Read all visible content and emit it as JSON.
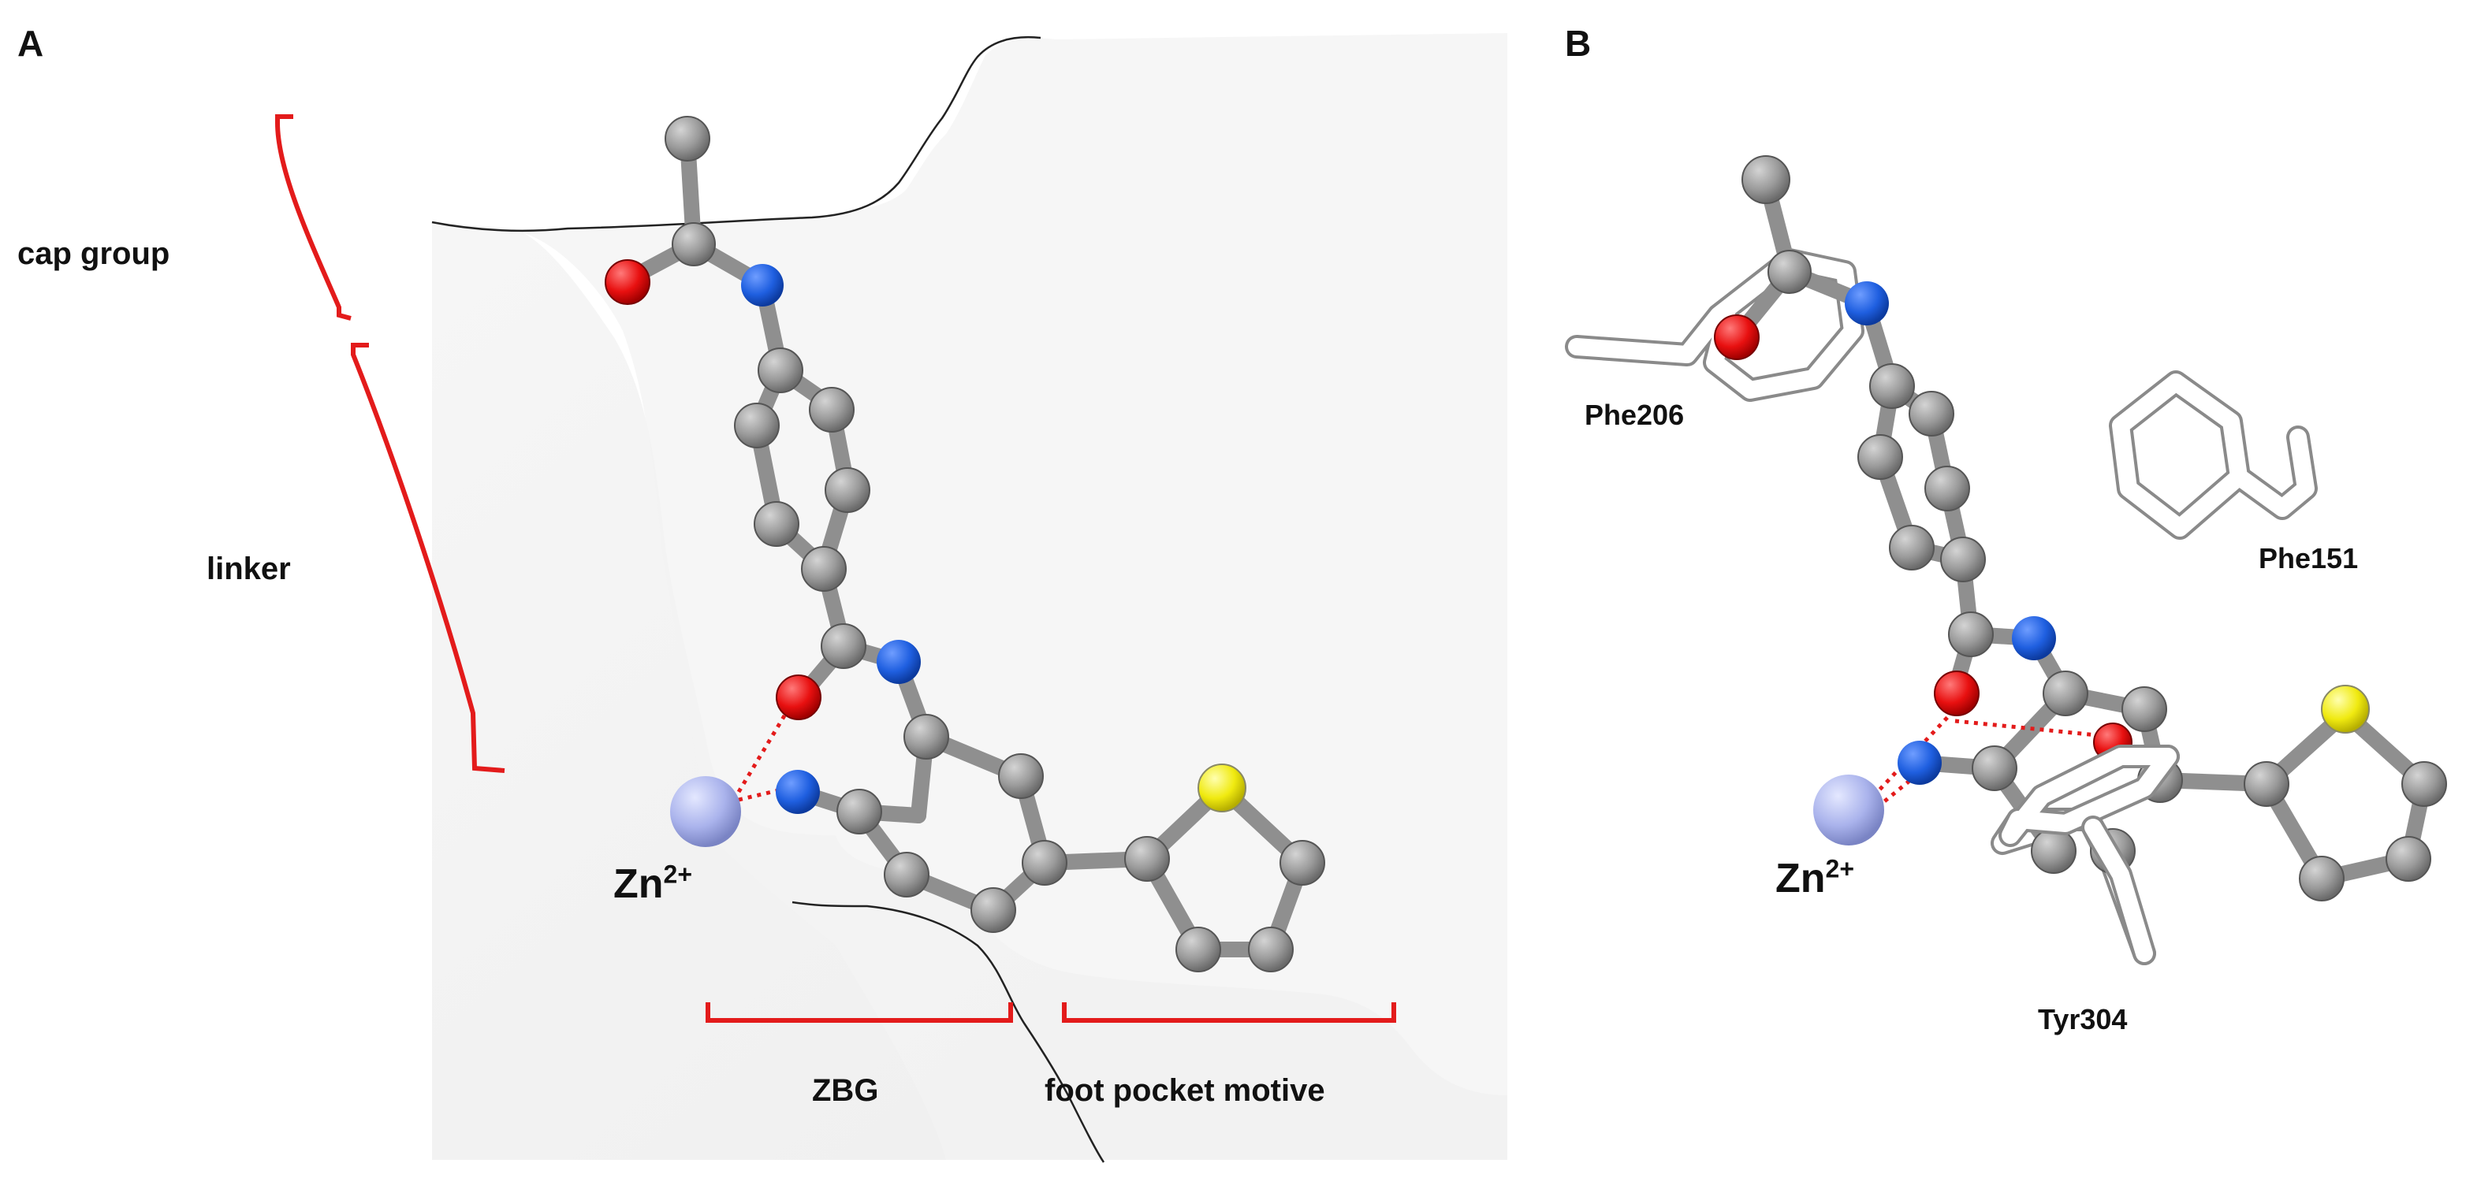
{
  "panel_a": {
    "letter": "A",
    "labels": {
      "cap_group": "cap group",
      "linker": "linker",
      "zbg": "ZBG",
      "foot_pocket": "foot pocket motive",
      "zn": "Zn",
      "zn_charge": "2+"
    }
  },
  "panel_b": {
    "letter": "B",
    "labels": {
      "phe206": "Phe206",
      "phe151": "Phe151",
      "tyr304": "Tyr304",
      "zn": "Zn",
      "zn_charge": "2+"
    }
  },
  "colors": {
    "carbon": "#9a9a9a",
    "nitrogen": "#1f5fe0",
    "oxygen": "#e81010",
    "sulfur": "#f0ea10",
    "zinc": "#aab3ec",
    "bracket": "#e31b1b",
    "surface": "#f3f3f3"
  }
}
